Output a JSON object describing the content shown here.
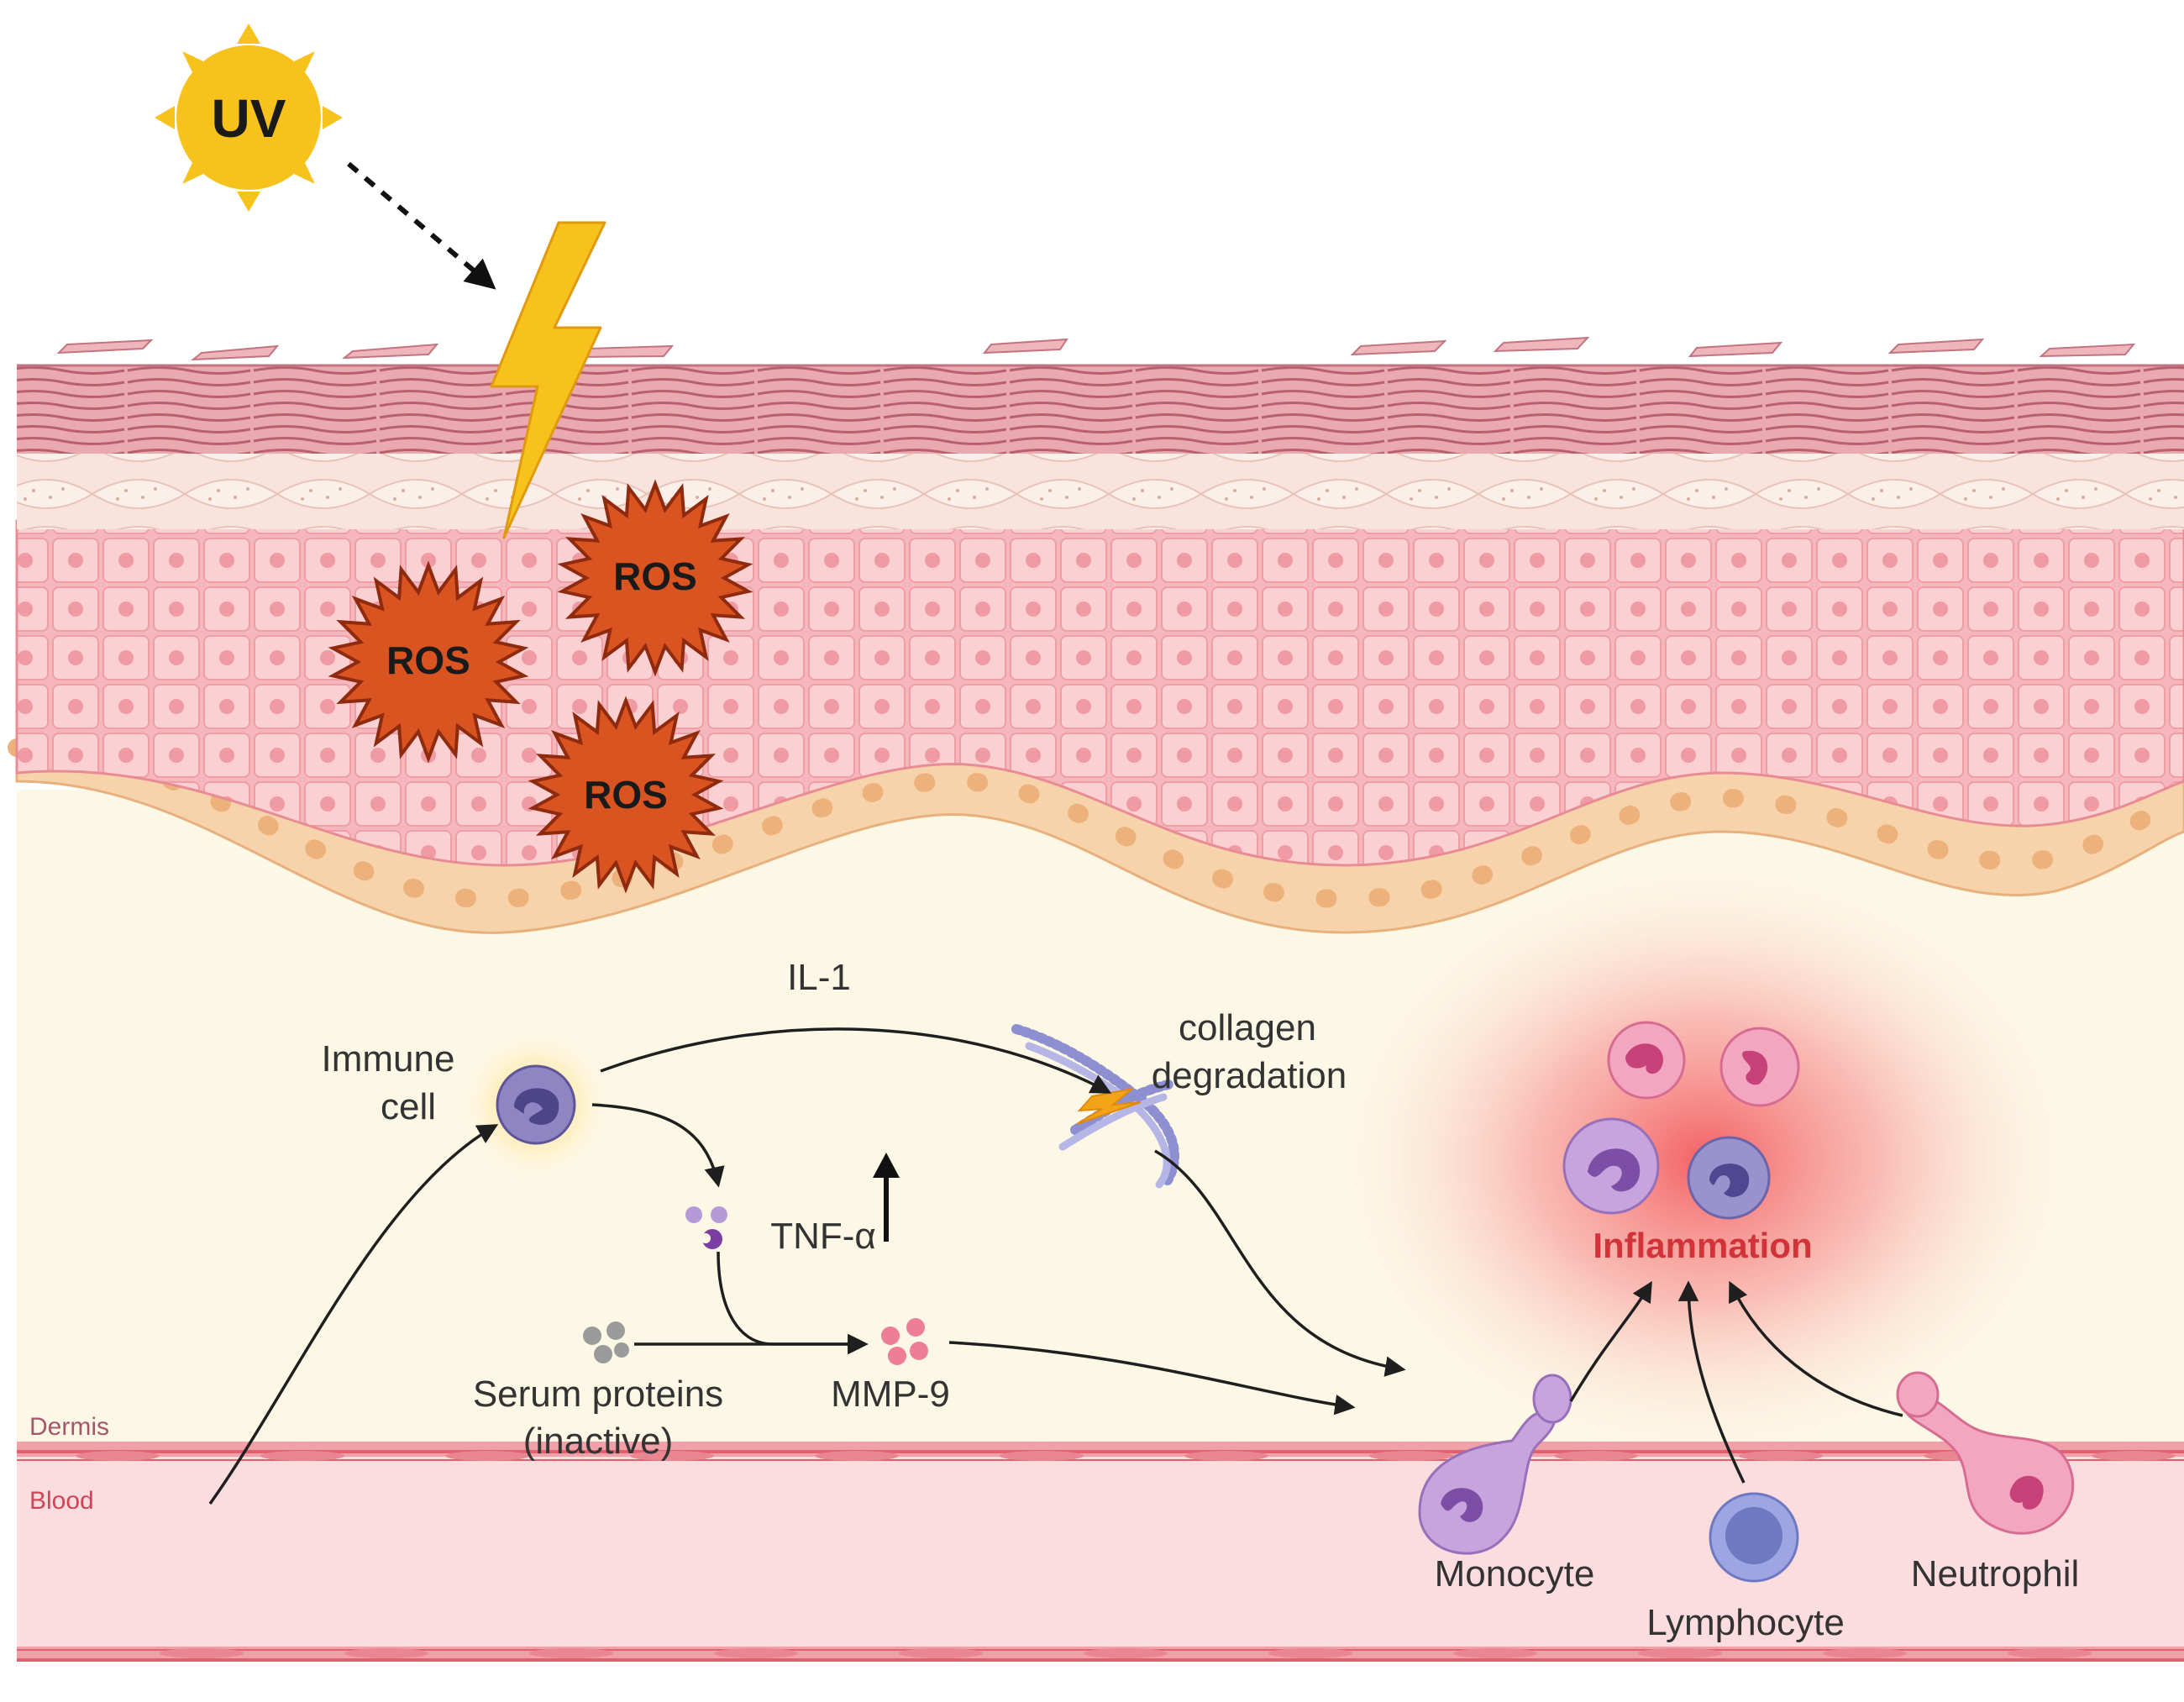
{
  "colors": {
    "sun": "#F6C21B",
    "ros_fill": "#D95420",
    "ros_stroke": "#8E2A0E",
    "inflammation": "#D23338",
    "dermis_label": "#A5566A",
    "blood_label": "#D14356",
    "epidermis_cell": "#F8C8CC",
    "basal_cell": "#F6D3AA",
    "dermis_bg": "#FDF8E6",
    "blood_bg": "#FBDDE0",
    "vessel_wall": "#E25F6E"
  },
  "icons": {
    "sun": "sun-icon",
    "lightning": "lightning-icon",
    "ros": "ros-burst-icon",
    "immune_cell": "immune-cell-icon",
    "up_arrow": "up-arrow-icon",
    "collagen": "collagen-fiber-icon"
  },
  "labels": {
    "uv": "UV",
    "ros": "ROS",
    "il1": "IL-1",
    "immune_cell_line1": "Immune",
    "immune_cell_line2": "cell",
    "collagen_line1": "collagen",
    "collagen_line2": "degradation",
    "tnf": "TNF-α",
    "serum_line1": "Serum proteins",
    "serum_line2": "(inactive)",
    "mmp9": "MMP-9",
    "inflammation": "Inflammation",
    "dermis": "Dermis",
    "blood": "Blood",
    "monocyte": "Monocyte",
    "lymphocyte": "Lymphocyte",
    "neutrophil": "Neutrophil"
  }
}
